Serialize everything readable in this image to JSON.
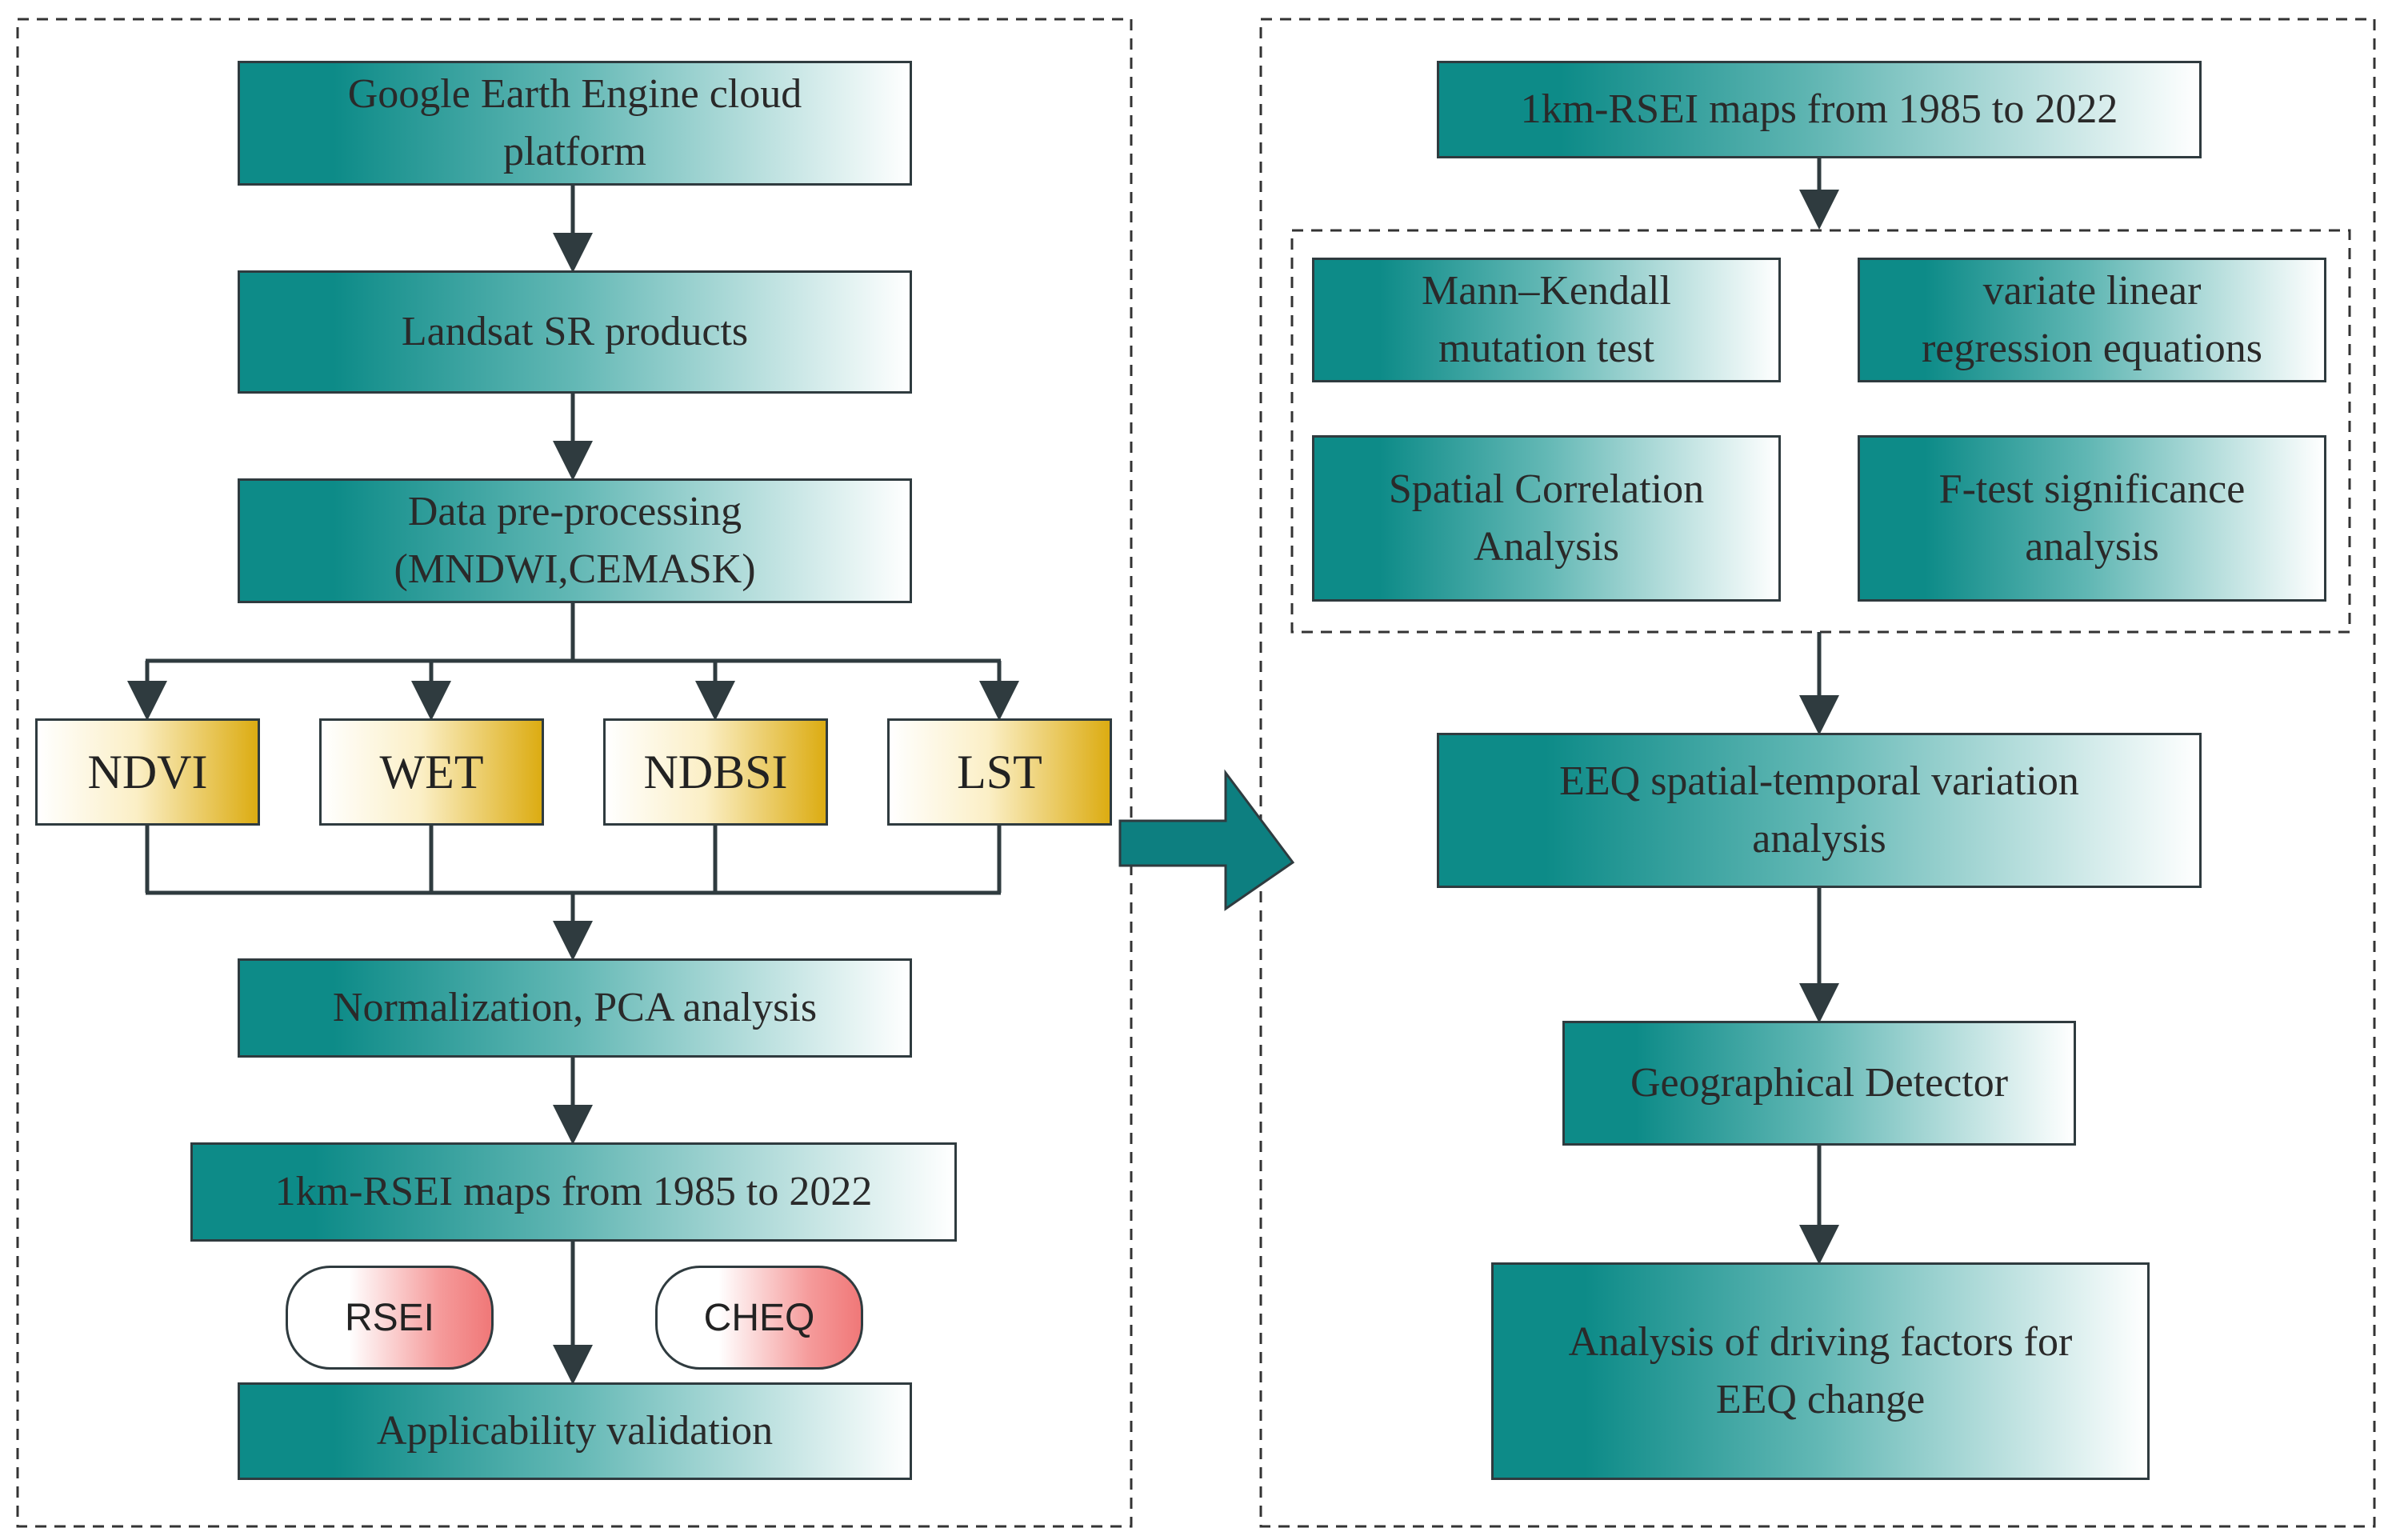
{
  "left_flow": {
    "gee": "Google Earth Engine cloud\nplatform",
    "landsat": "Landsat SR products",
    "preprocess": "Data pre-processing\n(MNDWI,CEMASK)",
    "indicators": [
      "NDVI",
      "WET",
      "NDBSI",
      "LST"
    ],
    "normalization": "Normalization, PCA analysis",
    "rsei_maps": "1km-RSEI maps from 1985 to 2022",
    "validation_refs": [
      "RSEI",
      "CHEQ"
    ],
    "validation": "Applicability validation"
  },
  "right_flow": {
    "rsei_maps": "1km-RSEI maps from 1985 to 2022",
    "methods": [
      "Mann–Kendall\nmutation test",
      "variate linear\nregression equations",
      "Spatial Correlation\nAnalysis",
      "F-test significance\nanalysis"
    ],
    "eeq_variation": "EEQ spatial-temporal variation\nanalysis",
    "geodetector": "Geographical Detector",
    "driving_factors": "Analysis of driving factors for\nEEQ change"
  },
  "colors": {
    "teal": "#0d8b88",
    "gold": "#dcac12",
    "pink": "#f07878",
    "line": "#2f3b3f"
  }
}
